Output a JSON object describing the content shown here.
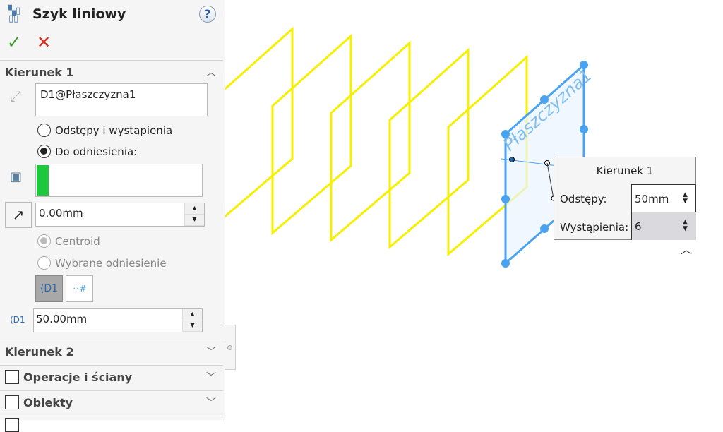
{
  "panel": {
    "title": "Szyk liniowy",
    "help": "?",
    "ok": "✓",
    "cancel": "✕",
    "direction1": {
      "header": "Kierunek 1",
      "direction_ref": "D1@Płaszczyzna1",
      "option_spacing": "Odstępy i wystąpienia",
      "option_reference": "Do odniesienia:",
      "offset_value": "0.00mm",
      "centroid": "Centroid",
      "selected_ref": "Wybrane odniesienie",
      "spacing_value": "50.00mm",
      "reference_fill_color": "#1ec83c"
    },
    "direction2": {
      "header": "Kierunek 2"
    },
    "features": {
      "header": "Operacje i ściany"
    },
    "bodies": {
      "header": "Obiekty"
    }
  },
  "viewport": {
    "plane_label": "Płaszczyzna1",
    "plane_color": "#4aa3f0",
    "pattern_color": "#f5f000",
    "callout": {
      "title": "Kierunek 1",
      "spacing_label": "Odstępy:",
      "spacing_value": "50mm",
      "instances_label": "Wystąpienia:",
      "instances_value": "6"
    }
  }
}
